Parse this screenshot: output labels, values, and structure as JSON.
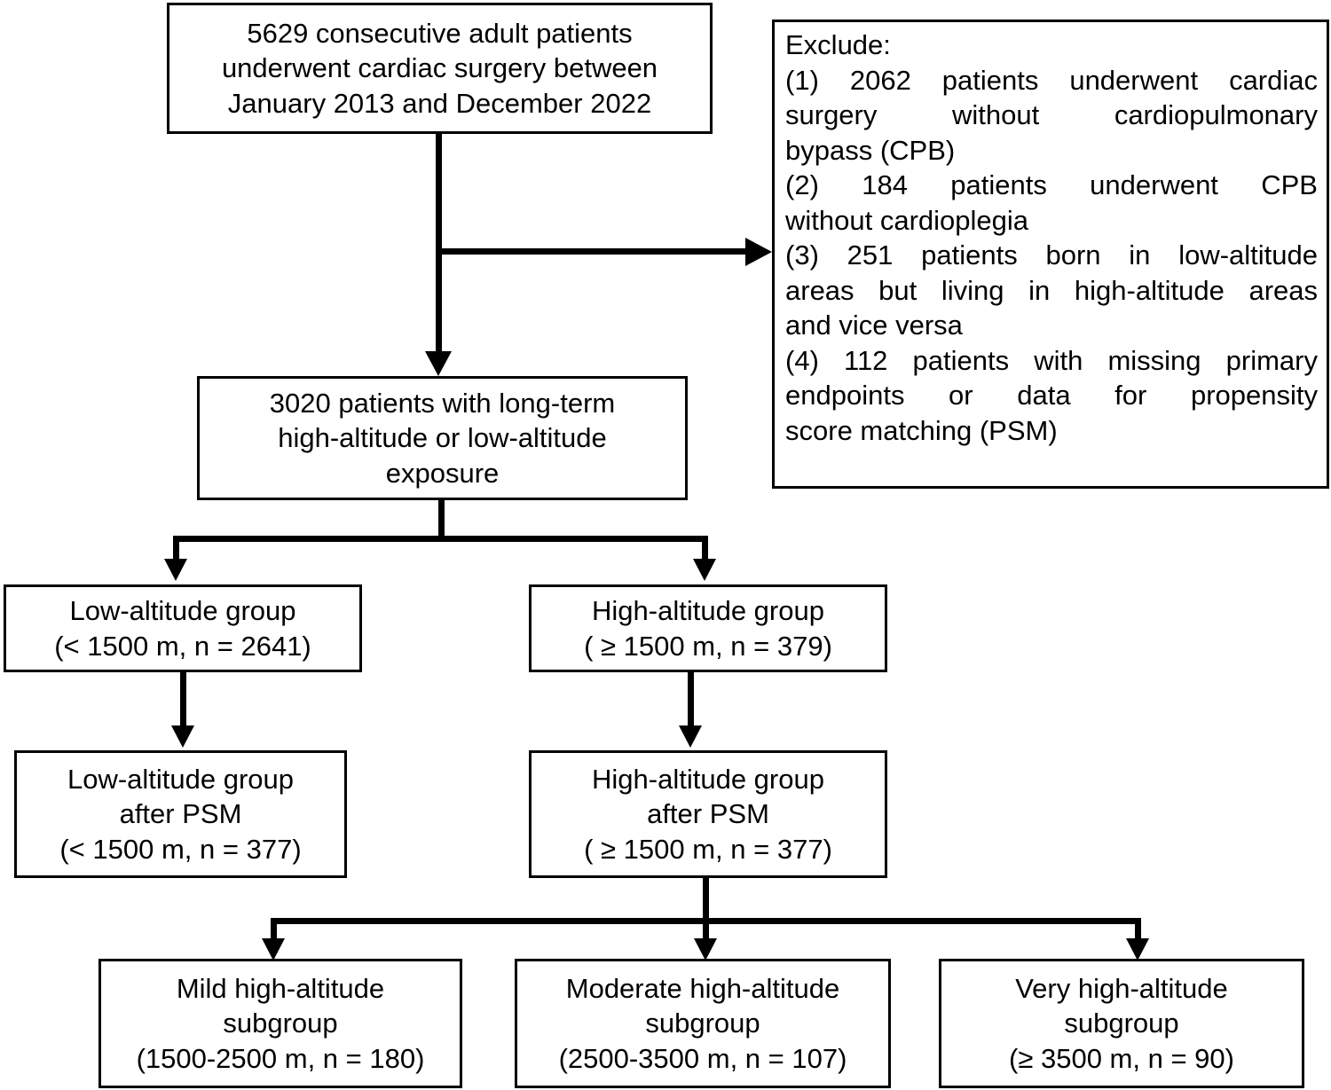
{
  "diagram": {
    "title": "Patient enrollment flow diagram",
    "type": "flowchart",
    "colors": {
      "line": "#000000",
      "box_fill": "#ffffff",
      "text": "#000000"
    }
  },
  "nodes": {
    "enrolled": {
      "line1": "5629 consecutive adult patients",
      "line2": "underwent cardiac surgery between",
      "line3": "January 2013 and December 2022"
    },
    "exclude": {
      "heading": "Exclude:",
      "item1": "(1) 2062 patients underwent cardiac surgery without cardiopulmonary bypass (CPB)",
      "item1_l1": "(1) 2062 patients underwent cardiac",
      "item1_l2": "surgery without cardiopulmonary",
      "item1_l3": "bypass (CPB)",
      "item2": "(2) 184 patients underwent CPB without cardioplegia",
      "item2_l1": "(2) 184 patients underwent CPB",
      "item2_l2": "without cardioplegia",
      "item3": "(3) 251 patients born in low-altitude areas but living in high-altitude areas and vice versa",
      "item3_l1": "(3) 251 patients born in low-altitude",
      "item3_l2": "areas but living in high-altitude areas",
      "item3_l3": "and vice versa",
      "item4": "(4) 112 patients with missing primary endpoints or data for propensity score matching (PSM)",
      "item4_l1": "(4) 112 patients with missing primary",
      "item4_l2": "endpoints or data for propensity",
      "item4_l3": "score matching (PSM)"
    },
    "eligible": {
      "line1": "3020 patients with long-term",
      "line2": "high-altitude or low-altitude",
      "line3": "exposure"
    },
    "low_group": {
      "line1": "Low-altitude group",
      "line2": "(< 1500 m, n = 2641)"
    },
    "high_group": {
      "line1": "High-altitude group",
      "line2": "( ≥ 1500 m, n = 379)"
    },
    "low_psm": {
      "line1": "Low-altitude group",
      "line2": "after PSM",
      "line3": "(< 1500 m, n = 377)"
    },
    "high_psm": {
      "line1": "High-altitude group",
      "line2": "after PSM",
      "line3": "( ≥ 1500 m, n = 377)"
    },
    "mild_sub": {
      "line1": "Mild high-altitude",
      "line2": "subgroup",
      "line3": "(1500-2500 m, n = 180)"
    },
    "moderate_sub": {
      "line1": "Moderate high-altitude",
      "line2": "subgroup",
      "line3": "(2500-3500 m, n = 107)"
    },
    "very_sub": {
      "line1": "Very high-altitude",
      "line2": "subgroup",
      "line3": "(≥ 3500 m, n = 90)"
    }
  },
  "counts": {
    "total_screened": 5629,
    "excluded_no_cpb": 2062,
    "excluded_no_cardioplegia": 184,
    "excluded_altitude_mismatch": 251,
    "excluded_missing_data": 112,
    "eligible": 3020,
    "low_altitude": 2641,
    "high_altitude": 379,
    "low_altitude_psm": 377,
    "high_altitude_psm": 377,
    "mild_subgroup": 180,
    "moderate_subgroup": 107,
    "very_subgroup": 90
  }
}
